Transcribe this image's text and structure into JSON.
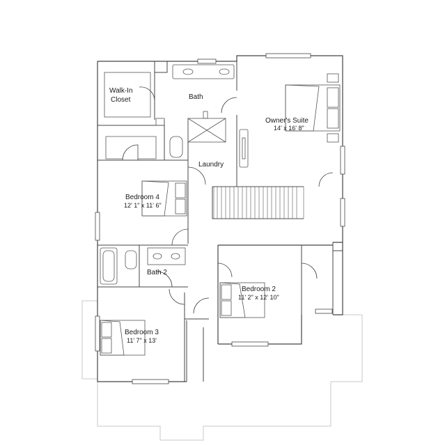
{
  "rooms": {
    "walk_in_closet": {
      "line1": "Walk-In",
      "line2": "Closet"
    },
    "bath": {
      "name": "Bath"
    },
    "owners_suite": {
      "name": "Owner's Suite",
      "dims": "14' x 16' 8\""
    },
    "laundry": {
      "name": "Laundry"
    },
    "bedroom_4": {
      "name": "Bedroom 4",
      "dims": "12' 1\" x 11' 6\""
    },
    "bath_2": {
      "name": "Bath 2"
    },
    "bedroom_2": {
      "name": "Bedroom 2",
      "dims": "11' 2\" x 12' 10\""
    },
    "bedroom_3": {
      "name": "Bedroom 3",
      "dims": "11' 7\" x 13'"
    }
  },
  "colors": {
    "wall": "#444444",
    "fixture": "#555555",
    "faint": "#c8c8c8"
  }
}
